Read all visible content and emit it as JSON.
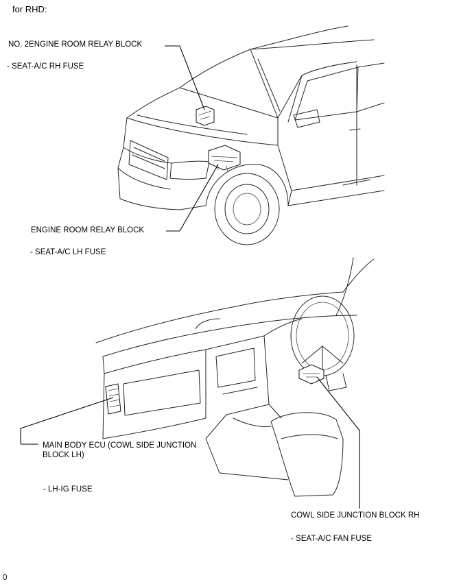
{
  "header": {
    "title": "for RHD:"
  },
  "labels": {
    "no2_engine_room_relay_block": "NO. 2ENGINE ROOM RELAY BLOCK",
    "seat_ac_rh_fuse": "- SEAT-A/C RH FUSE",
    "engine_room_relay_block": "ENGINE ROOM RELAY BLOCK",
    "seat_ac_lh_fuse": "- SEAT-A/C LH FUSE",
    "main_body_ecu_line1": "MAIN BODY ECU (COWL SIDE JUNCTION",
    "main_body_ecu_line2": "BLOCK LH)",
    "lh_ig_fuse": "- LH-IG FUSE",
    "cowl_side_junction_block_rh": "COWL SIDE JUNCTION BLOCK RH",
    "seat_ac_fan_fuse": "- SEAT-A/C FAN FUSE"
  },
  "footer": {
    "code": "0"
  }
}
